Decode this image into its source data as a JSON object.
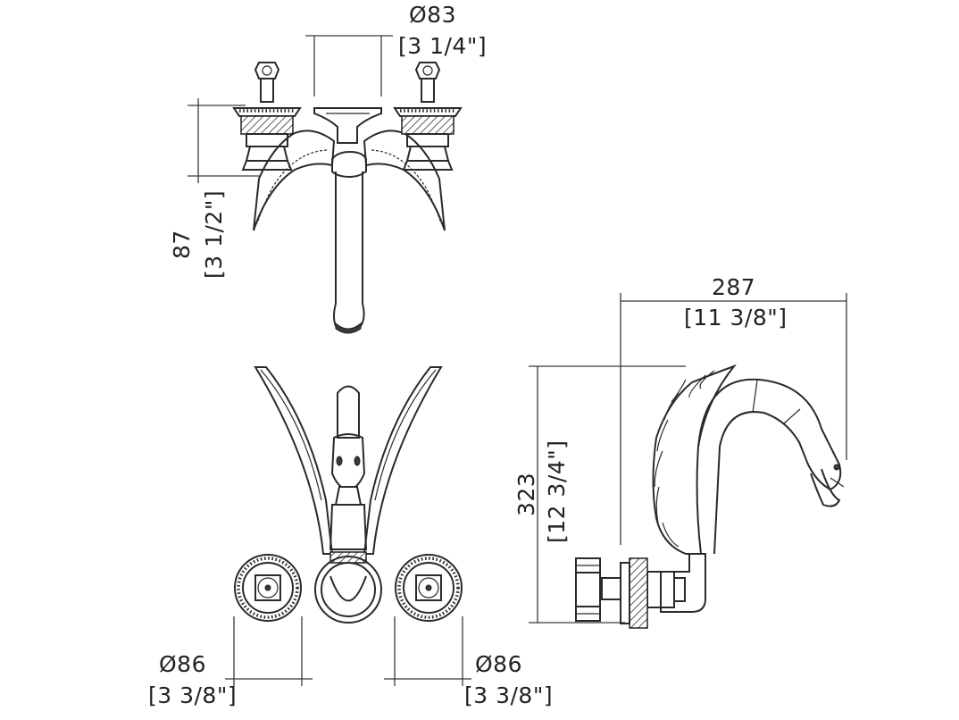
{
  "dimensions": {
    "spout_diameter": {
      "value": "Ø83",
      "inch": "[3 1/4\"]"
    },
    "handle_height": {
      "value": "87",
      "inch": "[3 1/2\"]"
    },
    "spout_projection": {
      "value": "287",
      "inch": "[11 3/8\"]"
    },
    "spout_height": {
      "value": "323",
      "inch": "[12 3/4\"]"
    },
    "left_rosette_diameter": {
      "value": "Ø86",
      "inch": "[3 3/8\"]"
    },
    "right_rosette_diameter": {
      "value": "Ø86",
      "inch": "[3 3/8\"]"
    }
  },
  "colors": {
    "line": "#2a2a2a",
    "text": "#222222",
    "background": "#ffffff"
  }
}
